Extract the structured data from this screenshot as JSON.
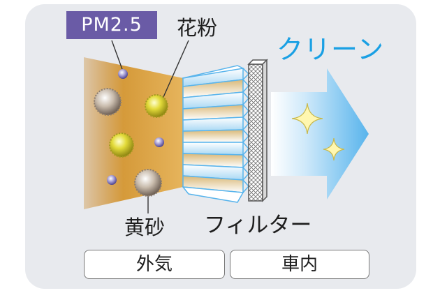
{
  "labels": {
    "pm25": "PM2.5",
    "pollen": "花粉",
    "clean": "クリーン",
    "yellow_sand": "黄砂",
    "filter": "フィルター"
  },
  "zones": {
    "outside": "外気",
    "inside": "車内"
  },
  "colors": {
    "panel": "#e8eaee",
    "dirty_air": "#d59a3a",
    "clean_air": "#58b4ec",
    "pm_badge": "#6a5ba6",
    "clean_text": "#1aa0e4",
    "pollen_particle": "#d4cc2c",
    "sand_particle": "#b8aa9a",
    "pm_particle": "#8f86c4"
  },
  "icons": [
    "pollen-particle-icon",
    "yellow-sand-particle-icon",
    "pm25-particle-icon",
    "sparkle-icon",
    "air-flow-arrow-icon"
  ]
}
